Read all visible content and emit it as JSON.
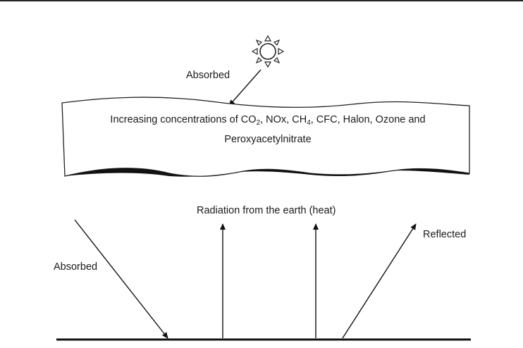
{
  "labels": {
    "absorbed_top": "Absorbed",
    "radiation": "Radiation from the earth (heat)",
    "reflected": "Reflected",
    "absorbed_left": "Absorbed"
  },
  "band": {
    "line1_parts": {
      "prefix": "Increasing concentrations of CO",
      "sub1": "2",
      "mid": ", NOx, CH",
      "sub2": "4",
      "suffix": ", CFC, Halon, Ozone and"
    },
    "line2": "Peroxyacetylnitrate"
  },
  "icons": {
    "sun": "sun-icon"
  }
}
